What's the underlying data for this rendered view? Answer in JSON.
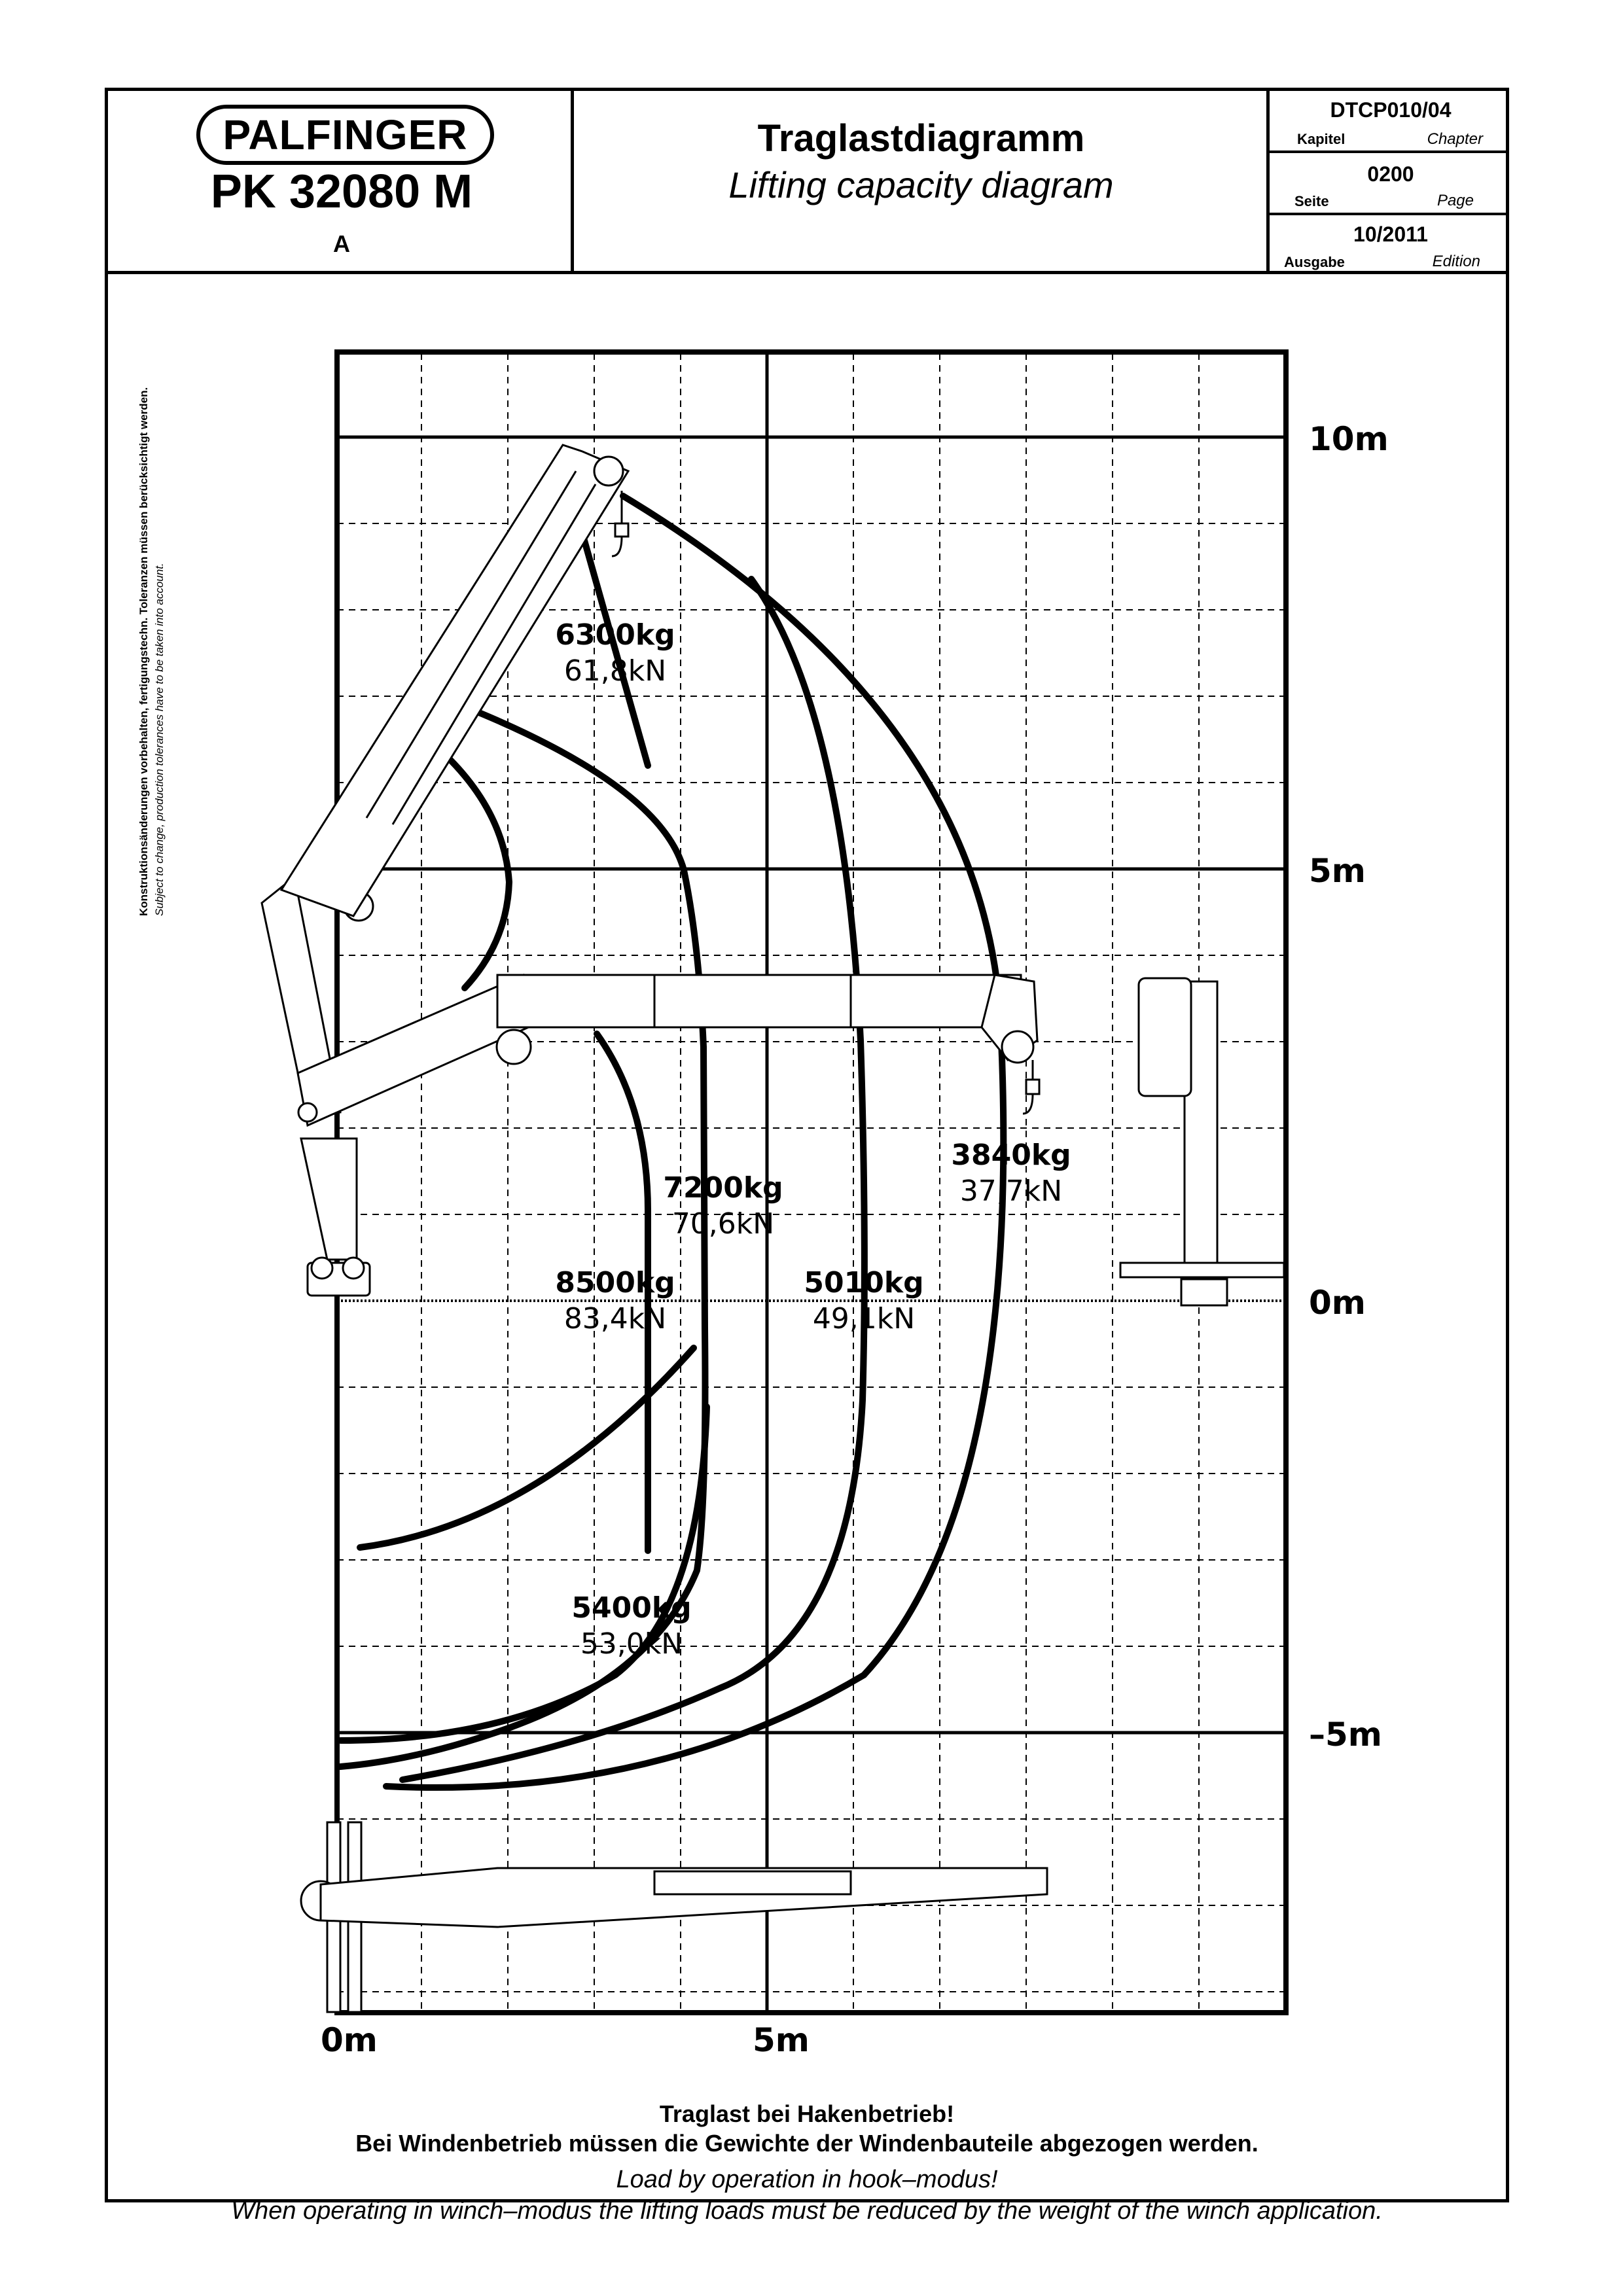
{
  "header": {
    "brand": "PALFINGER",
    "model": "PK 32080 M",
    "variant": "A",
    "title_de": "Traglastdiagramm",
    "title_en": "Lifting capacity diagram",
    "chapter": {
      "value": "DTCP010/04",
      "label_de": "Kapitel",
      "label_en": "Chapter"
    },
    "page": {
      "value": "0200",
      "label_de": "Seite",
      "label_en": "Page"
    },
    "edition": {
      "value": "10/2011",
      "label_de": "Ausgabe",
      "label_en": "Edition"
    }
  },
  "side_note": {
    "de": "Konstruktionsänderungen vorbehalten, fertigungstechn. Toleranzen müssen berücksichtigt werden.",
    "en": "Subject to change, production tolerances have to be taken into account."
  },
  "axis": {
    "x_labels": [
      "0m",
      "5m"
    ],
    "y_labels": [
      "10m",
      "5m",
      "0m",
      "–5m"
    ]
  },
  "chart_data": {
    "type": "load-chart",
    "x_range_m": [
      0,
      11
    ],
    "y_range_m": [
      -7.5,
      11
    ],
    "load_zones": [
      {
        "kg": "8500kg",
        "kn": "83,4kN"
      },
      {
        "kg": "7200kg",
        "kn": "70,6kN"
      },
      {
        "kg": "6300kg",
        "kn": "61,8kN"
      },
      {
        "kg": "5400kg",
        "kn": "53,0kN"
      },
      {
        "kg": "5010kg",
        "kn": "49,1kN"
      },
      {
        "kg": "3840kg",
        "kn": "37,7kN"
      }
    ]
  },
  "footer": {
    "de_line1": "Traglast bei Hakenbetrieb!",
    "de_line2": "Bei Windenbetrieb müssen die Gewichte der Windenbauteile abgezogen werden.",
    "en_line1": "Load by operation in hook–modus!",
    "en_line2": "When operating in winch–modus the lifting loads must be reduced by the weight of the winch application."
  }
}
